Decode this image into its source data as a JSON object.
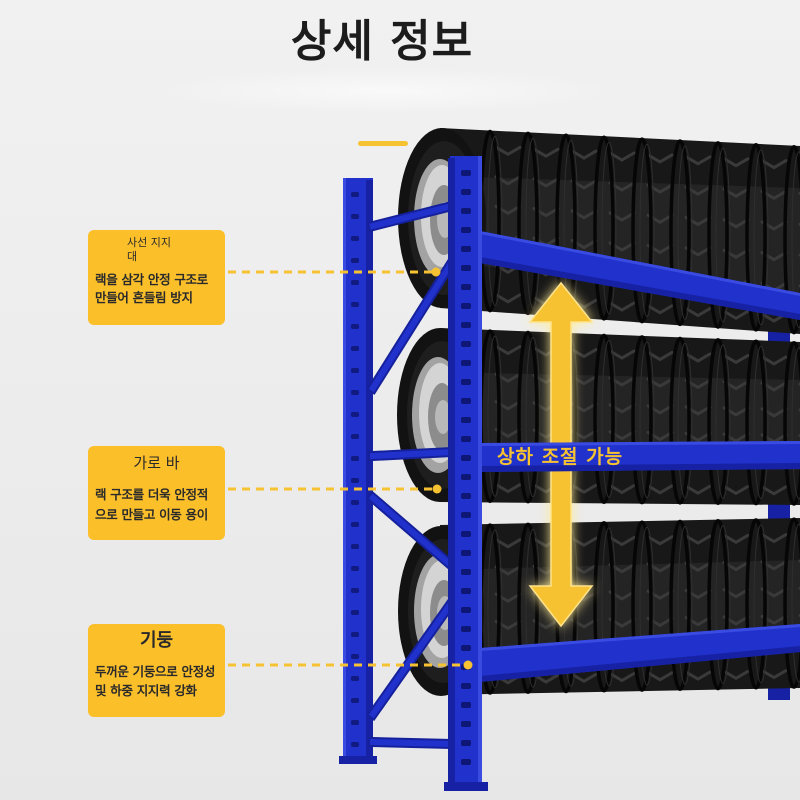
{
  "page": {
    "title": "상세 정보"
  },
  "callouts": [
    {
      "heading_lines": [
        "사선 지지",
        "대"
      ],
      "body_lines": [
        "랙을 삼각 안정 구조로",
        "만들어 흔들림 방지"
      ]
    },
    {
      "heading_lines": [
        "가로 바"
      ],
      "body_lines": [
        "랙 구조를 더욱 안정적",
        "으로 만들고 이동 용이"
      ]
    },
    {
      "heading_lines": [
        "기둥"
      ],
      "body_lines": [
        "두꺼운 기둥으로 안정성",
        "및 하중 지지력 강화"
      ]
    }
  ],
  "adjust_label": "상하 조절 가능",
  "icons": {
    "adjust_arrow": "double-arrow-vertical-icon"
  },
  "colors": {
    "background": "#ececec",
    "rack_blue": "#2131cc",
    "callout_fill": "#fbbf2a",
    "accent_yellow": "#f7c232",
    "text_dark": "#2a2a2a"
  }
}
